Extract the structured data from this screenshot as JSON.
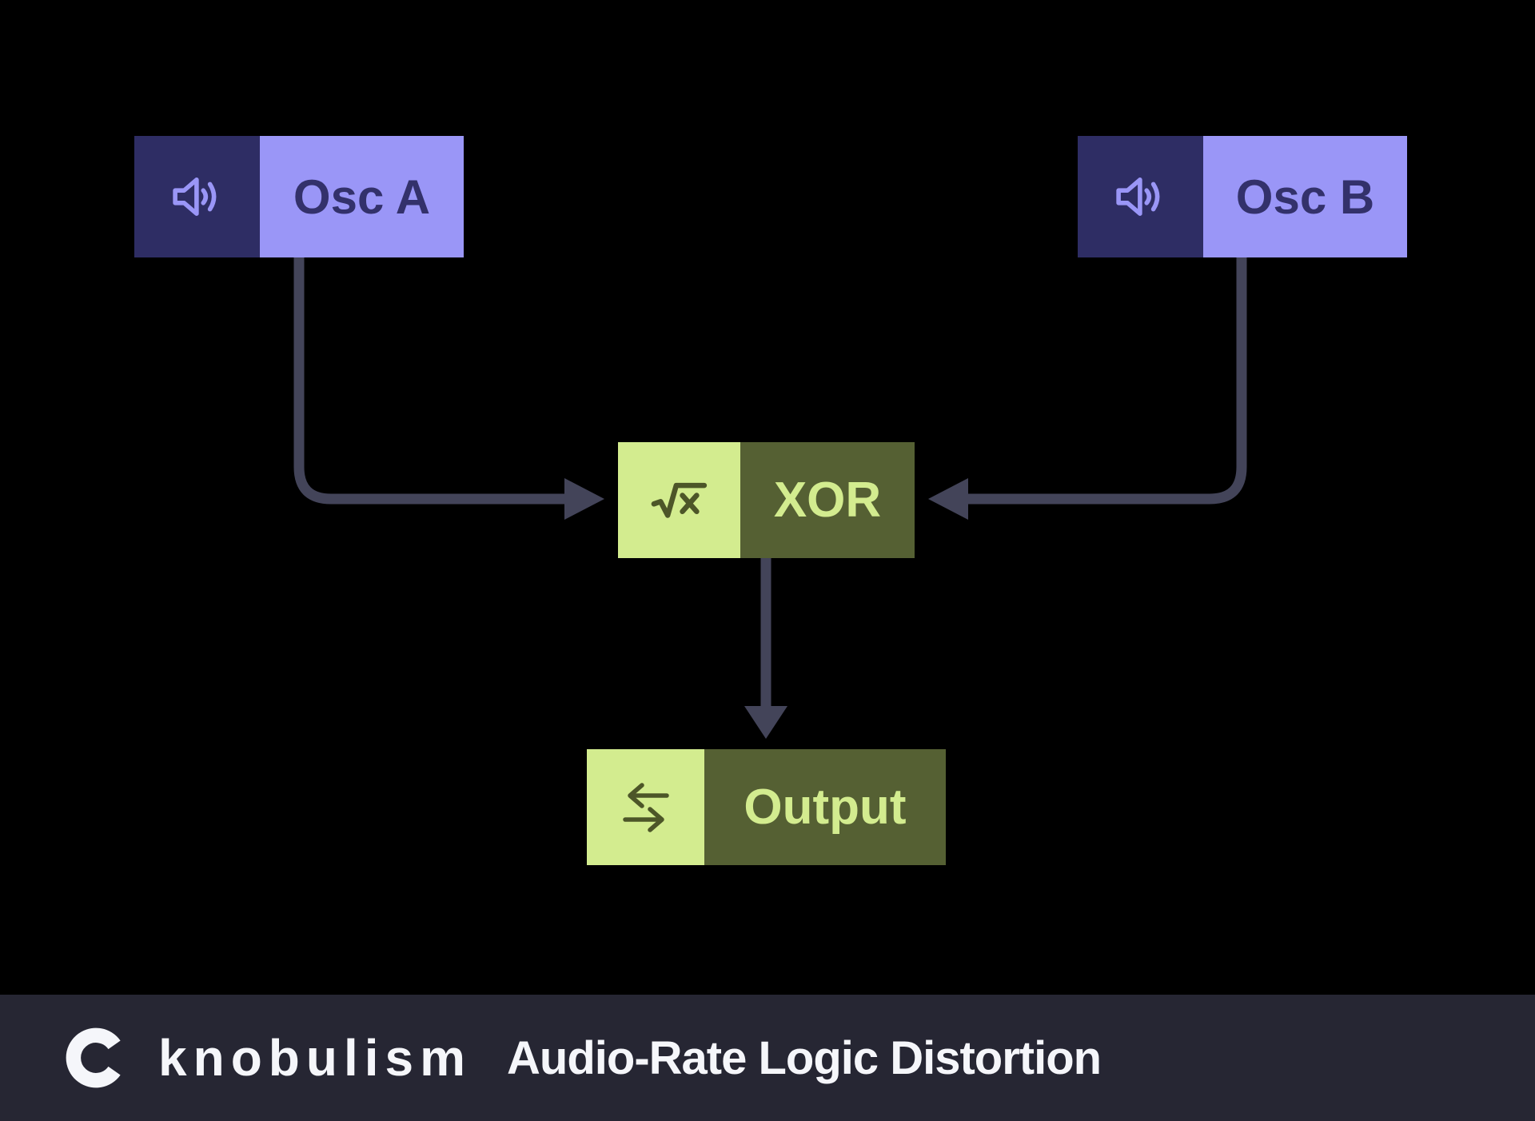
{
  "diagram": {
    "nodes": {
      "osc_a": {
        "label": "Osc A",
        "icon": "speaker-icon"
      },
      "osc_b": {
        "label": "Osc B",
        "icon": "speaker-icon"
      },
      "xor": {
        "label": "XOR",
        "icon": "sqrt-x-icon"
      },
      "output": {
        "label": "Output",
        "icon": "transfer-arrows-icon"
      }
    },
    "connections": [
      {
        "from": "osc_a",
        "to": "xor"
      },
      {
        "from": "osc_b",
        "to": "xor"
      },
      {
        "from": "xor",
        "to": "output"
      }
    ]
  },
  "footer": {
    "brand": "knobulism",
    "title": "Audio-Rate Logic Distortion"
  },
  "colors": {
    "background": "#000000",
    "osc_icon_bg": "#2e2d64",
    "osc_label_bg": "#9a96f7",
    "osc_text": "#33316b",
    "osc_icon_stroke": "#9a96f7",
    "logic_icon_bg": "#d3ec8f",
    "logic_label_bg": "#556033",
    "logic_text": "#d3ec8f",
    "logic_icon_stroke": "#4d5628",
    "connector": "#434459",
    "footer_bg": "#262633",
    "footer_text": "#f5f6fa"
  }
}
